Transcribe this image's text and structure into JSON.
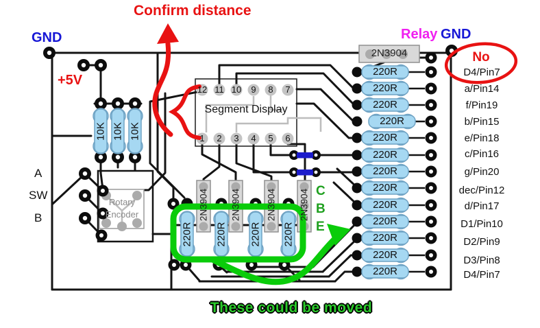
{
  "annotations": {
    "confirm_distance": "Confirm distance",
    "these_could_be_moved": "These could be moved",
    "no_label": "No",
    "relay": "Relay",
    "gnd_left": "GND",
    "gnd_right": "GND",
    "plus5v": "+5V",
    "cbe": [
      "C",
      "B",
      "E"
    ]
  },
  "colors": {
    "annotation_red": "#e81212",
    "annotation_green": "#0acc0a",
    "annotation_blue": "#1717d6",
    "annotation_magenta": "#f01ff0",
    "resistor_blue": "#a6d8f2",
    "jumper_blue": "#1b1bcb"
  },
  "left_side": {
    "labels": [
      "A",
      "SW",
      "B"
    ],
    "pullup_resistors": [
      "10K",
      "10K",
      "10K"
    ],
    "rotary_line1": "Rotary",
    "rotary_line2": "Encoder"
  },
  "display": {
    "title": "Segment Display",
    "top_pins": [
      "12",
      "11",
      "10",
      "9",
      "8",
      "7"
    ],
    "bottom_pins": [
      "1",
      "2",
      "3",
      "4",
      "5",
      "6"
    ]
  },
  "transistors": {
    "top_right": "2N3904",
    "vertical": [
      "2N3904",
      "2N3904",
      "2N3904",
      "2N3904"
    ]
  },
  "middle": {
    "resistors": [
      "220R",
      "220R",
      "220R",
      "220R"
    ]
  },
  "right_column": {
    "rows": [
      {
        "resistor": "220R",
        "pin": "D4/Pin7"
      },
      {
        "resistor": "220R",
        "pin": "a/Pin14"
      },
      {
        "resistor": "220R",
        "pin": "f/Pin19"
      },
      {
        "resistor": "220R",
        "pin": "b/Pin15"
      },
      {
        "resistor": "220R",
        "pin": "e/Pin18"
      },
      {
        "resistor": "220R",
        "pin": "c/Pin16"
      },
      {
        "resistor": "220R",
        "pin": "g/Pin20"
      },
      {
        "resistor": "220R",
        "pin": "dec/Pin12"
      },
      {
        "resistor": "220R",
        "pin": "d/Pin17"
      },
      {
        "resistor": "220R",
        "pin": "D1/Pin10"
      },
      {
        "resistor": "220R",
        "pin": "D2/Pin9"
      },
      {
        "resistor": "220R",
        "pin": "D3/Pin8"
      },
      {
        "resistor": "220R",
        "pin": "D4/Pin7"
      }
    ]
  }
}
